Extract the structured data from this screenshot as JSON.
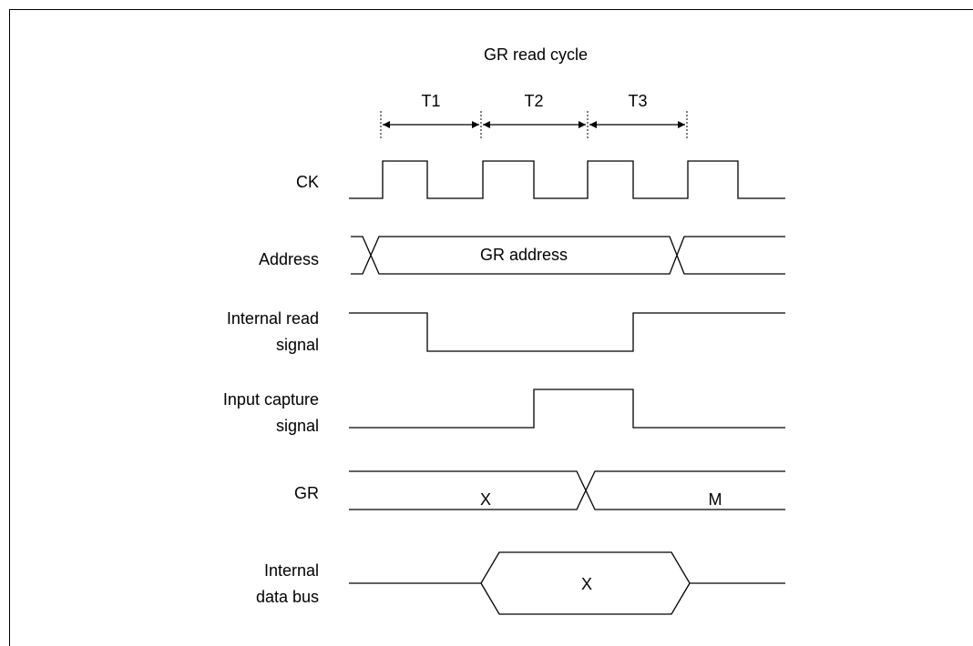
{
  "title": "GR read cycle",
  "periods": [
    "T1",
    "T2",
    "T3"
  ],
  "signals": {
    "ck": [
      "CK"
    ],
    "address": [
      "Address"
    ],
    "read": [
      "Internal read",
      "signal"
    ],
    "capture": [
      "Input capture",
      "signal"
    ],
    "gr": [
      "GR"
    ],
    "bus": [
      "Internal",
      "data bus"
    ]
  },
  "values": {
    "address": "GR address",
    "gr_before": "X",
    "gr_after": "M",
    "bus": "X"
  }
}
